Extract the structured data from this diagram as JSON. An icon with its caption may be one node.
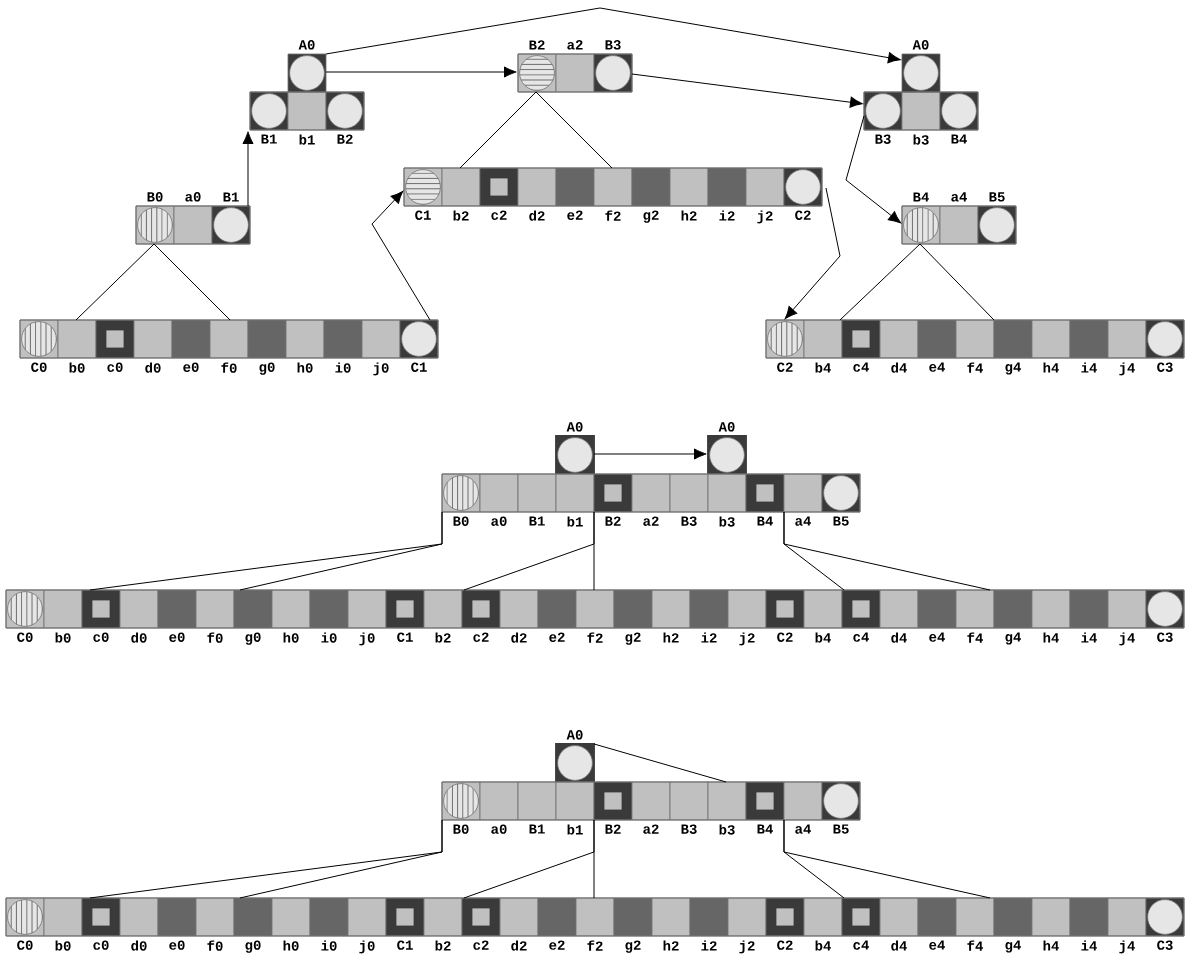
{
  "diagram": {
    "nodes": [
      {
        "text": [],
        "shape": "bar",
        "beside": [
          "A0",
          "B1",
          "b1",
          "B2"
        ]
      },
      {
        "text": [],
        "shape": "bar",
        "beside": [
          "B0",
          "a0",
          "B1"
        ]
      },
      {
        "text": [],
        "shape": "bar",
        "beside": [
          "C0",
          "b0",
          "c0",
          "d0",
          "e0",
          "f0",
          "g0",
          "h0",
          "i0",
          "j0",
          "C1"
        ]
      },
      {
        "text": [],
        "shape": "bar",
        "beside": [
          "B2",
          "a2",
          "B3"
        ]
      },
      {
        "text": [],
        "shape": "bar",
        "beside": [
          "C1",
          "b2",
          "c2",
          "d2",
          "e2",
          "f2",
          "g2",
          "h2",
          "i2",
          "j2",
          "C2"
        ]
      },
      {
        "text": [],
        "shape": "bar",
        "beside": [
          "A0",
          "B3",
          "b3",
          "B4"
        ]
      },
      {
        "text": [],
        "shape": "bar",
        "beside": [
          "B4",
          "a4",
          "B5"
        ]
      },
      {
        "text": [],
        "shape": "bar",
        "beside": [
          "C2",
          "b4",
          "c4",
          "d4",
          "e4",
          "f4",
          "g4",
          "h4",
          "i4",
          "j4",
          "C3"
        ]
      },
      {
        "text": [],
        "shape": "box",
        "beside": [
          "A0"
        ]
      },
      {
        "text": [],
        "shape": "box",
        "beside": [
          "A0"
        ]
      },
      {
        "text": [],
        "shape": "bar",
        "beside": [
          "B0",
          "a0",
          "B1",
          "b1",
          "B2",
          "a2",
          "B3",
          "b3",
          "B4",
          "a4",
          "B5"
        ]
      },
      {
        "text": [],
        "shape": "bar",
        "beside": [
          "C0",
          "b0",
          "c0",
          "d0",
          "e0",
          "f0",
          "g0",
          "h0",
          "i0",
          "j0",
          "C1",
          "b2",
          "c2",
          "d2",
          "e2",
          "f2",
          "g2",
          "h2",
          "i2",
          "j2",
          "C2",
          "b4",
          "c4",
          "d4",
          "e4",
          "f4",
          "g4",
          "h4",
          "i4",
          "j4",
          "C3"
        ]
      },
      {
        "text": [],
        "shape": "box",
        "beside": [
          "A0"
        ]
      },
      {
        "text": [],
        "shape": "bar",
        "beside": [
          "B0",
          "a0",
          "B1",
          "b1",
          "B2",
          "a2",
          "B3",
          "b3",
          "B4",
          "a4",
          "B5"
        ]
      },
      {
        "text": [],
        "shape": "bar",
        "beside": [
          "C0",
          "b0",
          "c0",
          "d0",
          "e0",
          "f0",
          "g0",
          "h0",
          "i0",
          "j0",
          "C1",
          "b2",
          "c2",
          "d2",
          "e2",
          "f2",
          "g2",
          "h2",
          "i2",
          "j2",
          "C2",
          "b4",
          "c4",
          "d4",
          "e4",
          "f4",
          "g4",
          "h4",
          "i4",
          "j4",
          "C3"
        ]
      }
    ],
    "edges": [
      {
        "from": 2,
        "to": 4,
        "arrow": "to"
      },
      {
        "from": 1,
        "to": 0,
        "arrow": "to"
      },
      {
        "from": 0,
        "to": 3,
        "arrow": "to"
      },
      {
        "from": 0,
        "to": 5,
        "arrow": "to"
      },
      {
        "from": 3,
        "to": 5,
        "arrow": "to"
      },
      {
        "from": 5,
        "to": 6,
        "arrow": "to"
      },
      {
        "from": 4,
        "to": 7,
        "arrow": "to"
      },
      {
        "from": 1,
        "to": 2,
        "arrow": "none"
      },
      {
        "from": 1,
        "to": 2,
        "arrow": "none"
      },
      {
        "from": 3,
        "to": 4,
        "arrow": "none"
      },
      {
        "from": 3,
        "to": 4,
        "arrow": "none"
      },
      {
        "from": 6,
        "to": 7,
        "arrow": "none"
      },
      {
        "from": 6,
        "to": 7,
        "arrow": "none"
      },
      {
        "from": 8,
        "to": 9,
        "arrow": "to"
      },
      {
        "from": 10,
        "to": 11,
        "arrow": "none"
      },
      {
        "from": 10,
        "to": 11,
        "arrow": "none"
      },
      {
        "from": 10,
        "to": 11,
        "arrow": "none"
      },
      {
        "from": 10,
        "to": 11,
        "arrow": "none"
      },
      {
        "from": 10,
        "to": 11,
        "arrow": "none"
      },
      {
        "from": 10,
        "to": 11,
        "arrow": "none"
      },
      {
        "from": 12,
        "to": 13,
        "arrow": "none"
      },
      {
        "from": 13,
        "to": 14,
        "arrow": "none"
      },
      {
        "from": 13,
        "to": 14,
        "arrow": "none"
      },
      {
        "from": 13,
        "to": 14,
        "arrow": "none"
      },
      {
        "from": 13,
        "to": 14,
        "arrow": "none"
      },
      {
        "from": 13,
        "to": 14,
        "arrow": "none"
      },
      {
        "from": 13,
        "to": 14,
        "arrow": "none"
      }
    ]
  }
}
